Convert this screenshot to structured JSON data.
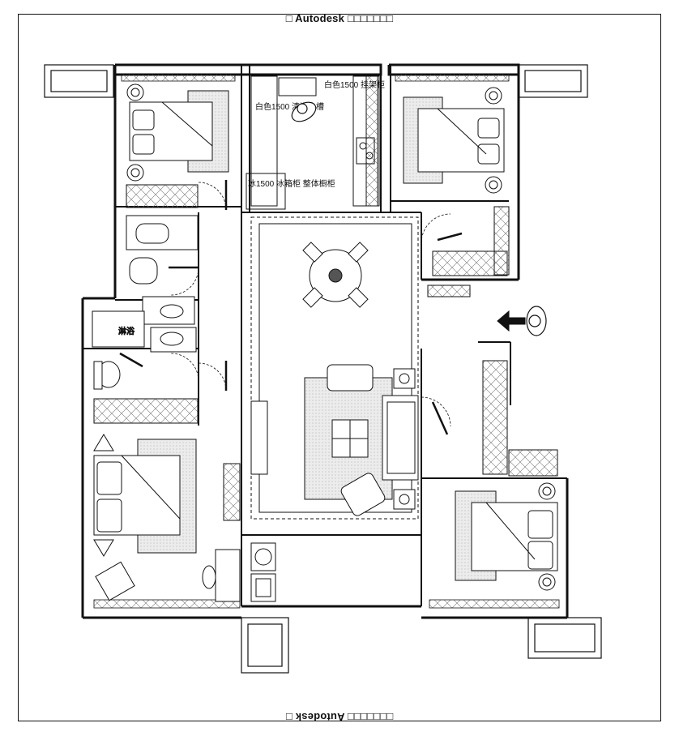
{
  "header": {
    "top_stamp": "□ Autodesk □□□□□□□",
    "bottom_stamp": "□□□□□□□ Autodesk □"
  },
  "rooms": {
    "bathroom_label": "淋浴"
  },
  "kitchen_notes": {
    "note_1": "白色1500 清洗水槽",
    "note_2": "白色1500 挂架柜",
    "note_3": "冰1500 冰箱柜 整体橱柜"
  },
  "colors": {
    "line": "#111111",
    "hatch": "#555555",
    "rug": "#e8e8e8",
    "arrow": "#111111"
  }
}
